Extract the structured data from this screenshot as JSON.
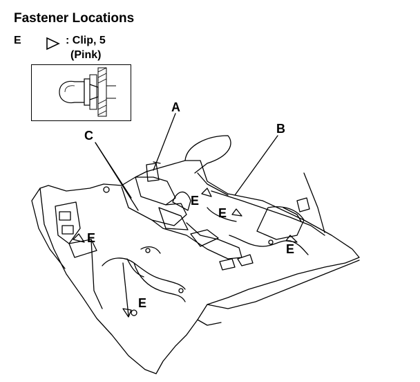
{
  "title": "Fastener Locations",
  "legend": {
    "symbol_letter": "E",
    "description": ": Clip, 5",
    "color_note": "(Pink)",
    "symbol_icon": "open-triangle-right"
  },
  "callouts": [
    "A",
    "B",
    "C",
    "E",
    "E",
    "E",
    "E",
    "E"
  ]
}
